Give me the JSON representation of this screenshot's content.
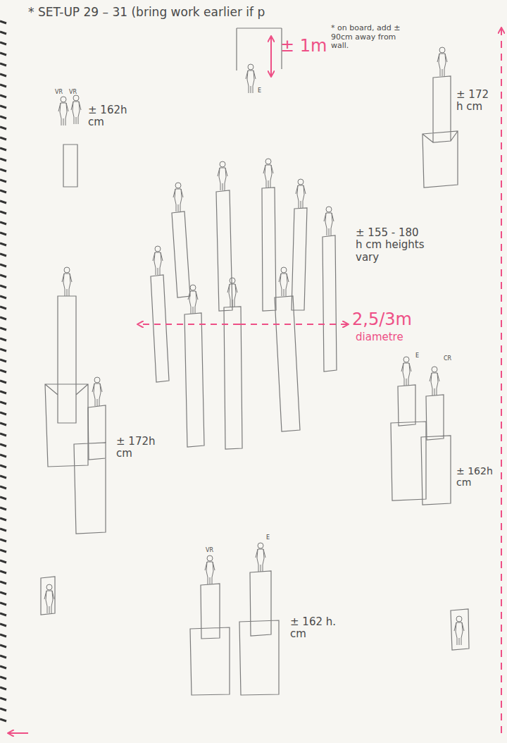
{
  "diagram": {
    "title": "* SET-UP 29 – 31 (bring work earlier if p",
    "labels": [
      "± 1m",
      "* on board, add ± 90cm away from wall.",
      "± 162h cm",
      "± 172 h cm",
      "± 155 - 180 h cm heights vary",
      "2,5/3m",
      "diametre",
      "± 172h cm",
      "± 162h cm",
      "± 162 h. cm",
      "VR",
      "VR",
      "E",
      "E",
      "CR",
      "VR",
      "E"
    ]
  }
}
